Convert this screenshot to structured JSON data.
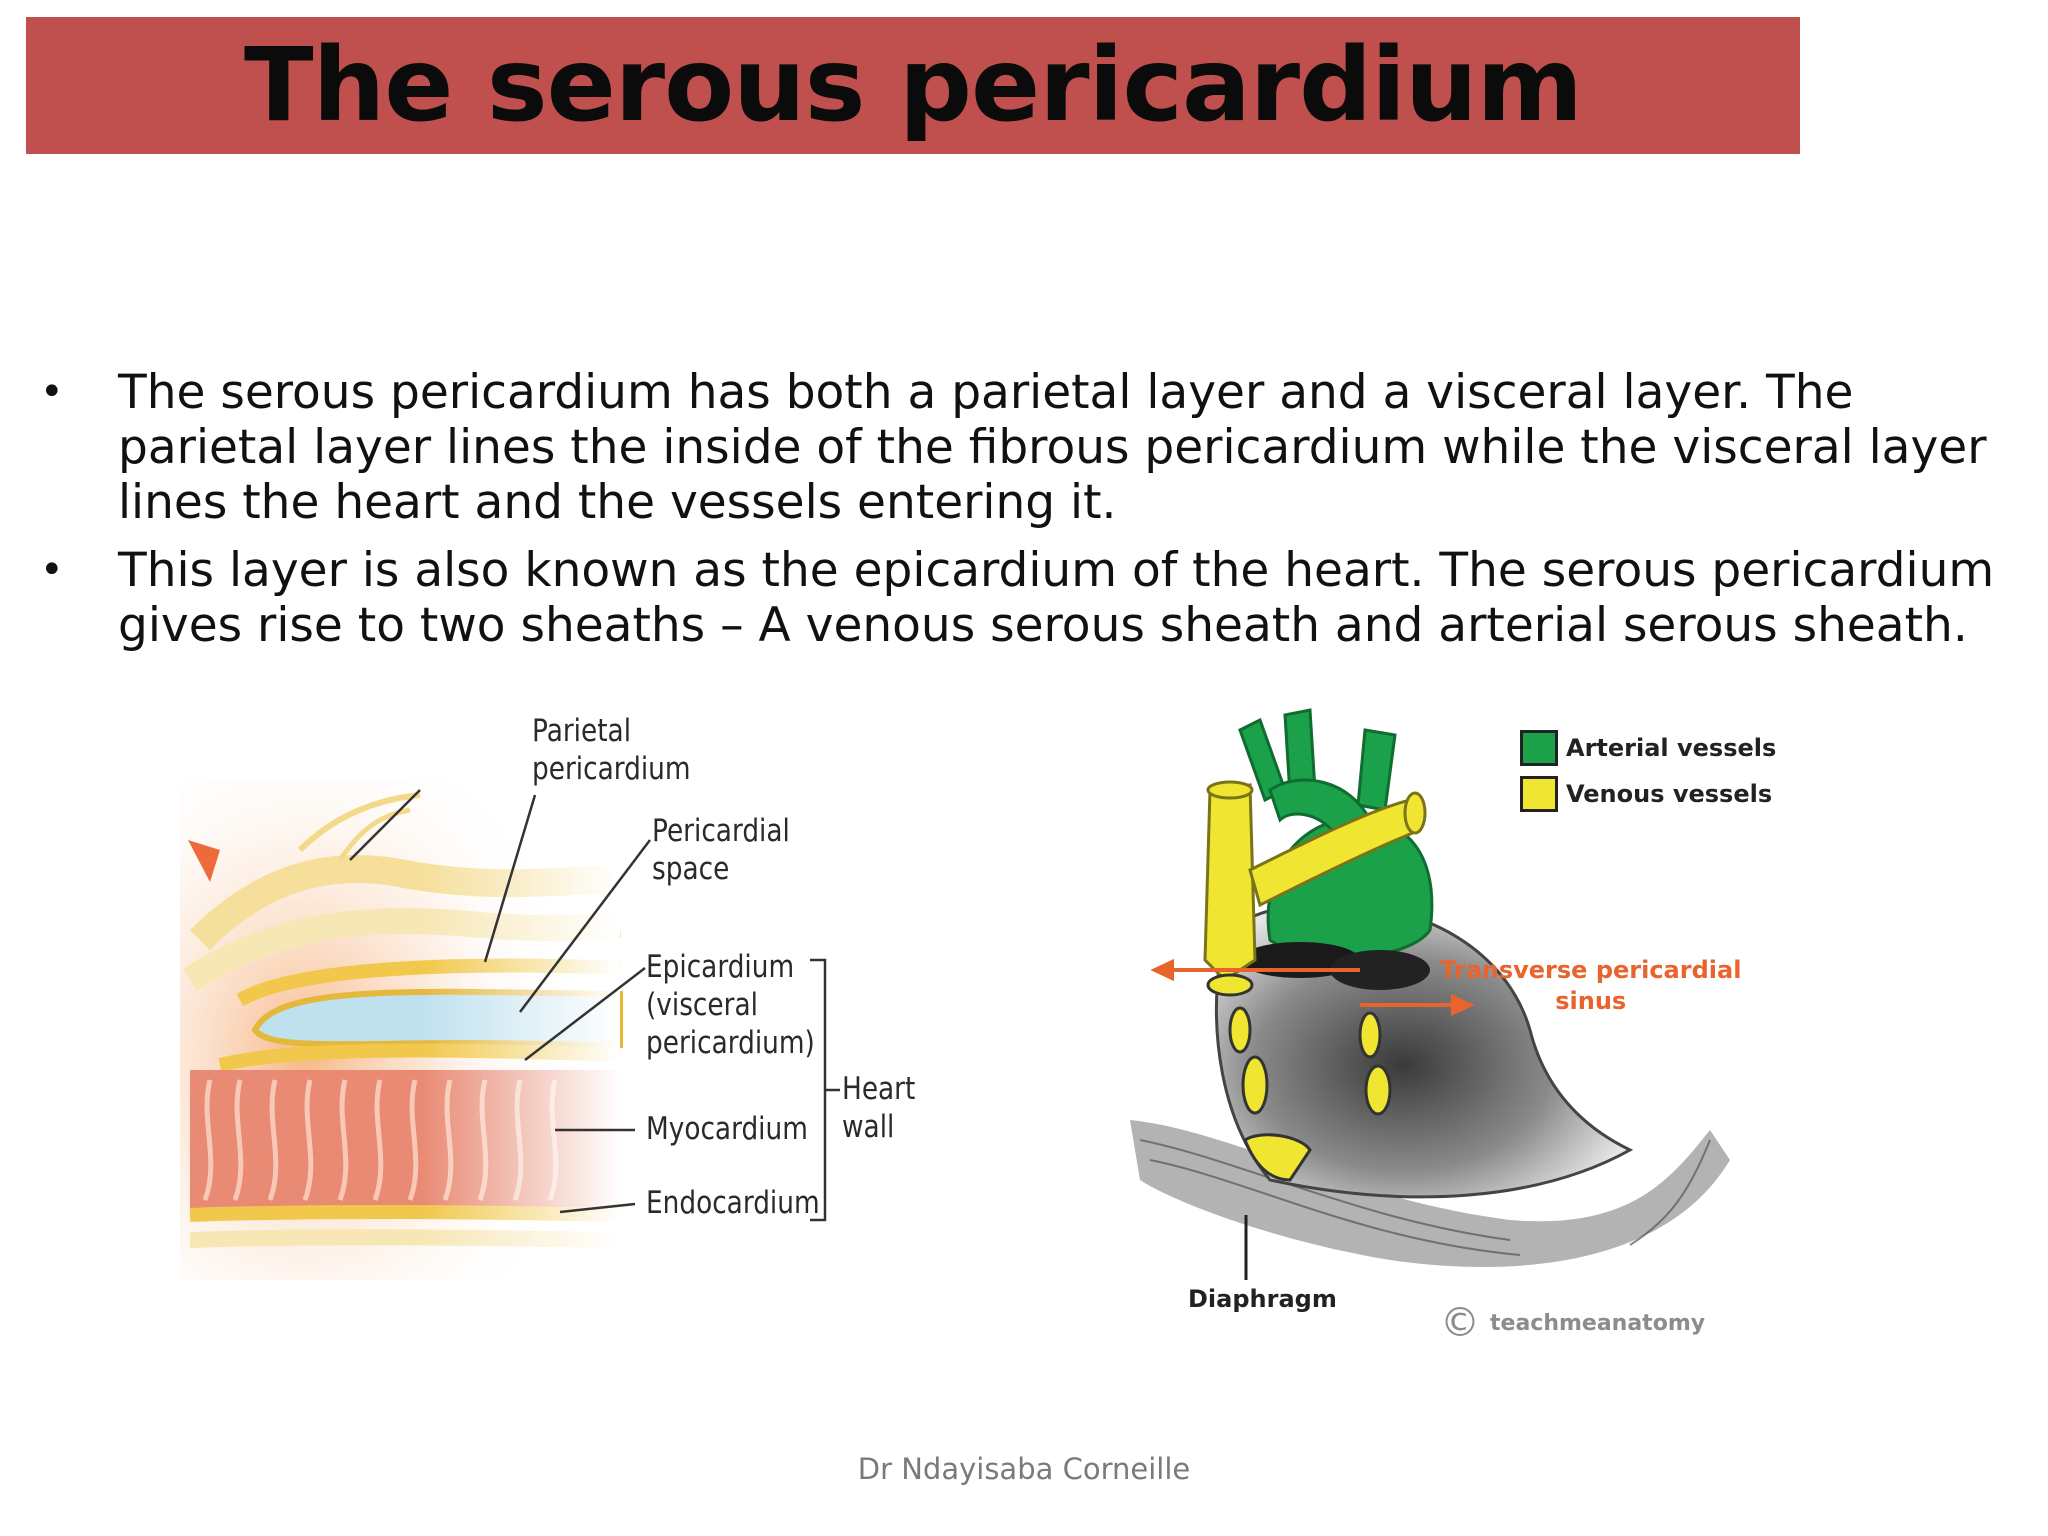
{
  "slide": {
    "title": "The serous pericardium",
    "bullets": [
      "The serous pericardium has both a parietal layer and a visceral layer. The parietal layer lines the inside of the fibrous pericardium while the visceral layer lines the heart and the vessels entering it.",
      "This layer is also known as the epicardium of the heart. The serous pericardium gives rise to two sheaths – A venous serous sheath and arterial serous sheath."
    ],
    "bullet_marker": "•",
    "footer": "Dr Ndayisaba Corneille"
  },
  "diagram_left": {
    "labels": {
      "parietal": [
        "Parietal",
        "pericardium"
      ],
      "pericardial_space": [
        "Pericardial",
        "space"
      ],
      "epicardium": [
        "Epicardium",
        "(visceral",
        "pericardium)"
      ],
      "heart_wall": [
        "Heart",
        "wall"
      ],
      "myocardium": "Myocardium",
      "endocardium": "Endocardium"
    }
  },
  "diagram_right": {
    "legend": [
      {
        "label": "Arterial vessels",
        "color": "#1aa14a"
      },
      {
        "label": "Venous vessels",
        "color": "#f0e632"
      }
    ],
    "sinus_label": [
      "Transverse pericardial",
      "sinus"
    ],
    "diaphragm_label": "Diaphragm",
    "copyright_symbol": "©",
    "credit": "teachmeanatomy"
  },
  "colors": {
    "title_bar": "#c0504d",
    "sinus_arrow": "#e8642c"
  }
}
